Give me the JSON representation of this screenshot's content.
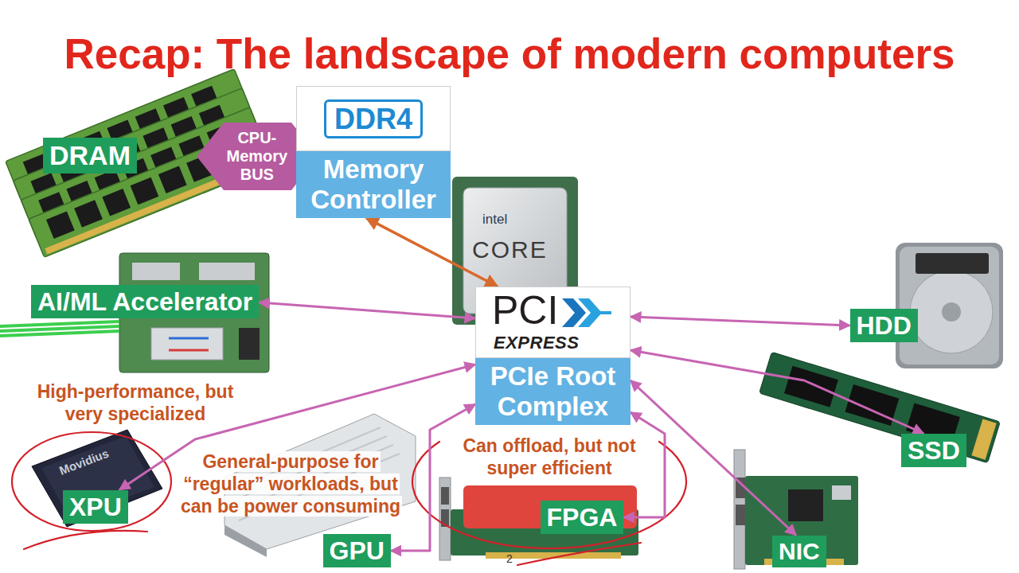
{
  "diagram": {
    "title": "Recap: The landscape of modern computers",
    "nodes": [
      {
        "text": [
          "DRAM"
        ]
      },
      {
        "text": [
          "CPU- Memory BUS"
        ]
      },
      {
        "text": [
          "DDR4",
          "Memory Controller"
        ]
      },
      {
        "text": [
          "AI/ML Accelerator"
        ]
      },
      {
        "text": [
          "PCI",
          "EXPRESS",
          "PCIe Root Complex"
        ]
      },
      {
        "text": [
          "HDD"
        ]
      },
      {
        "text": [
          "XPU"
        ]
      },
      {
        "text": [
          "GPU"
        ]
      },
      {
        "text": [
          "FPGA"
        ]
      },
      {
        "text": [
          "SSD"
        ]
      },
      {
        "text": [
          "NIC"
        ]
      }
    ],
    "edges": [
      {
        "from": 2,
        "to": 4,
        "arrow": "both"
      },
      {
        "from": 3,
        "to": 4,
        "arrow": "both"
      },
      {
        "from": 5,
        "to": 4,
        "arrow": "both"
      },
      {
        "from": 6,
        "to": 4,
        "arrow": "both"
      },
      {
        "from": 7,
        "to": 4,
        "arrow": "both"
      },
      {
        "from": 8,
        "to": 4,
        "arrow": "both"
      },
      {
        "from": 9,
        "to": 4,
        "arrow": "both"
      },
      {
        "from": 10,
        "to": 4,
        "arrow": "both"
      }
    ],
    "labels": [
      "intel",
      "CORE",
      "Movidius",
      "High-performance, but very specialized",
      "General-purpose for “regular” workloads, but can be power consuming",
      "Can offload, but not super efficient",
      "2"
    ]
  }
}
